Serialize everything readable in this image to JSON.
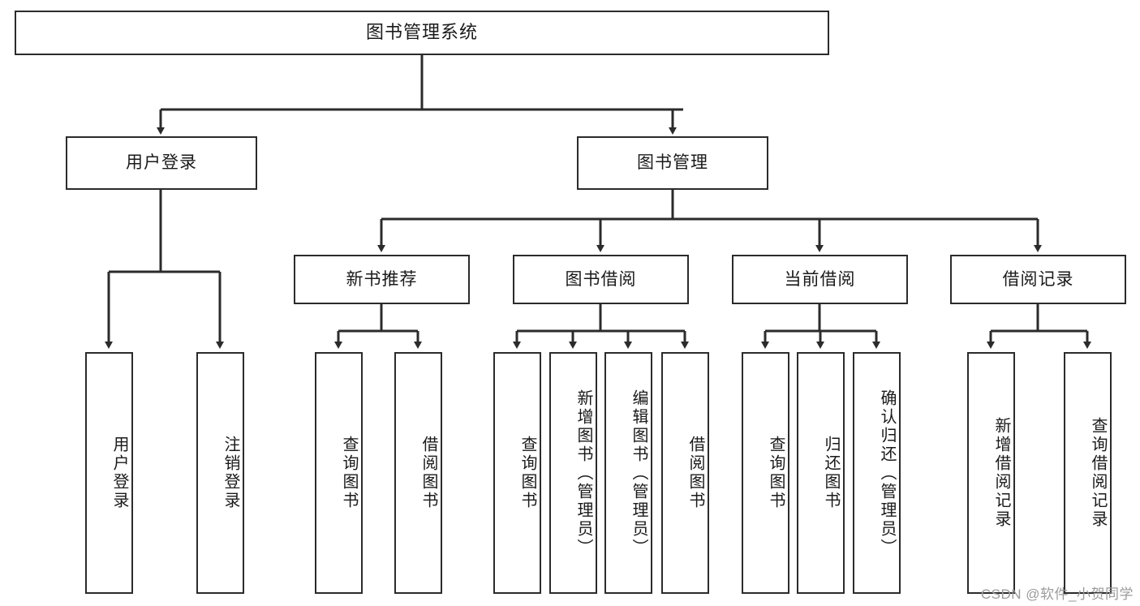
{
  "diagram": {
    "type": "tree-hierarchy",
    "title": "图书管理系统",
    "watermark": "CSDN @软件_小贺同学",
    "colors": {
      "box_border": "#2b2b2b",
      "box_fill": "#ffffff",
      "edge": "#2b2b2b",
      "text": "#1a1a1a",
      "watermark": "#9b9b9b"
    },
    "levels": [
      {
        "level": 1,
        "nodes": [
          {
            "id": "root",
            "label": "图书管理系统",
            "orientation": "horizontal"
          }
        ]
      },
      {
        "level": 2,
        "nodes": [
          {
            "id": "login",
            "label": "用户登录",
            "orientation": "horizontal",
            "parent": "root"
          },
          {
            "id": "bookmgmt",
            "label": "图书管理",
            "orientation": "horizontal",
            "parent": "root"
          }
        ]
      },
      {
        "level": 3,
        "nodes": [
          {
            "id": "newbook",
            "label": "新书推荐",
            "orientation": "horizontal",
            "parent": "bookmgmt"
          },
          {
            "id": "borrow",
            "label": "图书借阅",
            "orientation": "horizontal",
            "parent": "bookmgmt"
          },
          {
            "id": "current",
            "label": "当前借阅",
            "orientation": "horizontal",
            "parent": "bookmgmt"
          },
          {
            "id": "record",
            "label": "借阅记录",
            "orientation": "horizontal",
            "parent": "bookmgmt"
          }
        ]
      },
      {
        "level": 4,
        "nodes": [
          {
            "id": "leaf-login-1",
            "label": "用户登录",
            "orientation": "vertical",
            "parent": "login"
          },
          {
            "id": "leaf-login-2",
            "label": "注销登录",
            "orientation": "vertical",
            "parent": "login"
          },
          {
            "id": "leaf-newbook-1",
            "label": "查询图书",
            "orientation": "vertical",
            "parent": "newbook"
          },
          {
            "id": "leaf-newbook-2",
            "label": "借阅图书",
            "orientation": "vertical",
            "parent": "newbook"
          },
          {
            "id": "leaf-borrow-1",
            "label": "查询图书",
            "orientation": "vertical",
            "parent": "borrow"
          },
          {
            "id": "leaf-borrow-2",
            "label": "新增图书（管理员）",
            "orientation": "vertical",
            "parent": "borrow"
          },
          {
            "id": "leaf-borrow-3",
            "label": "编辑图书（管理员）",
            "orientation": "vertical",
            "parent": "borrow"
          },
          {
            "id": "leaf-borrow-4",
            "label": "借阅图书",
            "orientation": "vertical",
            "parent": "borrow"
          },
          {
            "id": "leaf-current-1",
            "label": "查询图书",
            "orientation": "vertical",
            "parent": "current"
          },
          {
            "id": "leaf-current-2",
            "label": "归还图书",
            "orientation": "vertical",
            "parent": "current"
          },
          {
            "id": "leaf-current-3",
            "label": "确认归还（管理员）",
            "orientation": "vertical",
            "parent": "current"
          },
          {
            "id": "leaf-record-1",
            "label": "新增借阅记录",
            "orientation": "vertical",
            "parent": "record"
          },
          {
            "id": "leaf-record-2",
            "label": "查询借阅记录",
            "orientation": "vertical",
            "parent": "record"
          }
        ]
      }
    ]
  }
}
